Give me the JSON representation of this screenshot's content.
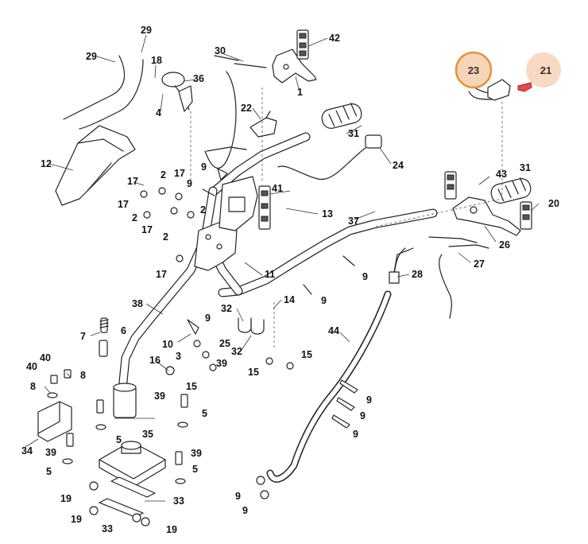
{
  "diagram": {
    "callouts": [
      "29",
      "29",
      "18",
      "36",
      "30",
      "42",
      "1",
      "4",
      "22",
      "12",
      "31",
      "24",
      "9",
      "17",
      "2",
      "17",
      "9",
      "41",
      "17",
      "2",
      "13",
      "2",
      "17",
      "2",
      "37",
      "43",
      "31",
      "20",
      "26",
      "27",
      "11",
      "17",
      "9",
      "28",
      "9",
      "38",
      "32",
      "14",
      "9",
      "7",
      "6",
      "10",
      "3",
      "25",
      "44",
      "32",
      "15",
      "40",
      "8",
      "16",
      "39",
      "15",
      "15",
      "40",
      "8",
      "39",
      "9",
      "5",
      "9",
      "34",
      "39",
      "5",
      "35",
      "9",
      "39",
      "5",
      "19",
      "33",
      "9",
      "19",
      "33",
      "19",
      "9",
      "5"
    ],
    "highlighted": [
      "23",
      "21"
    ]
  }
}
